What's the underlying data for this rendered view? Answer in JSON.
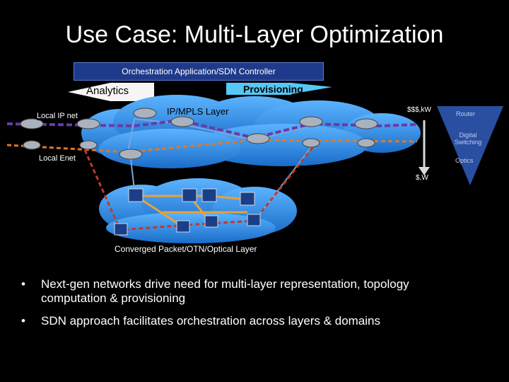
{
  "slide": {
    "title": "Use Case: Multi-Layer Optimization",
    "orchestration_bar": "Orchestration Application/SDN Controller",
    "analytics_label": "Analytics",
    "provisioning_label": "Provisioning",
    "ip_layer_label": "IP/MPLS Layer",
    "local_ip_label": "Local IP net",
    "local_enet_label": "Local Enet",
    "optical_layer_label": "Converged Packet/OTN/Optical Layer",
    "cost_high_label": "$$$,kW",
    "cost_low_label": "$,W",
    "triangle_levels": [
      "Router",
      "Digital Switching",
      "Optics"
    ],
    "bullets": [
      "Next-gen networks drive need for multi-layer representation, topology computation & provisioning",
      "SDN approach facilitates orchestration across layers & domains"
    ],
    "colors": {
      "orchestration": "#1f3a8a",
      "cloud": "#2f8fe0",
      "purple_path": "#6a3aa8",
      "orange_path": "#e0782a",
      "red_path": "#c0392b",
      "triangle": "#2a4ea0"
    }
  }
}
